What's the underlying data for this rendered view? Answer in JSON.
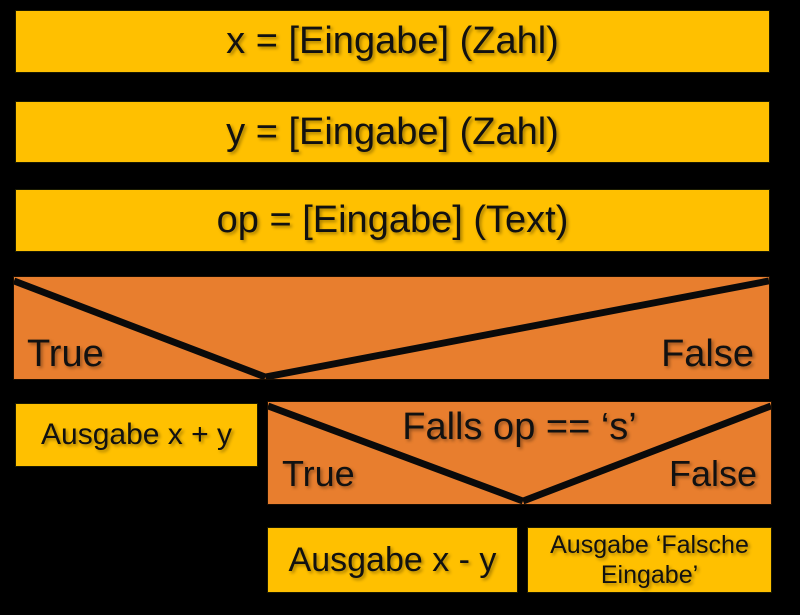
{
  "diagram": {
    "kind": "struktogramm-flowchart",
    "background": "#000000",
    "colors": {
      "process_fill": "#FFC000",
      "condition_fill": "#E87E2E",
      "line": "#0A0A0A",
      "text": "#111111"
    },
    "blocks": {
      "input_x": "x = [Eingabe] (Zahl)",
      "input_y": "y = [Eingabe] (Zahl)",
      "input_op": "op = [Eingabe] (Text)",
      "cond1": {
        "label": "",
        "true_label": "True",
        "false_label": "False"
      },
      "output_add": "Ausgabe x + y",
      "cond2": {
        "label": "Falls op == ‘s’",
        "true_label": "True",
        "false_label": "False"
      },
      "output_sub": "Ausgabe x - y",
      "output_error": "Ausgabe ‘Falsche Eingabe’"
    }
  }
}
